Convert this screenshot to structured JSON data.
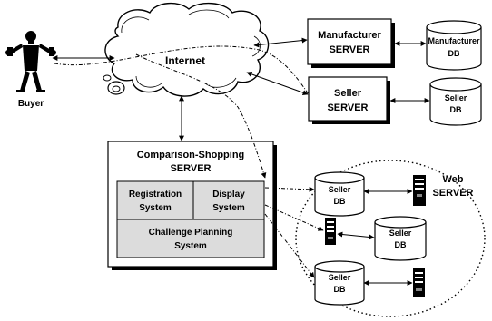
{
  "buyer": {
    "label": "Buyer"
  },
  "internet": {
    "label": "Internet"
  },
  "manufacturer_server": {
    "line1": "Manufacturer",
    "line2": "SERVER"
  },
  "manufacturer_db": {
    "line1": "Manufacturer",
    "line2": "DB"
  },
  "seller_server": {
    "line1": "Seller",
    "line2": "SERVER"
  },
  "seller_db_top": {
    "line1": "Seller",
    "line2": "DB"
  },
  "comparison_server": {
    "line1": "Comparison-Shopping",
    "line2": "SERVER",
    "registration": {
      "line1": "Registration",
      "line2": "System"
    },
    "display": {
      "line1": "Display",
      "line2": "System"
    },
    "challenge": {
      "line1": "Challenge Planning",
      "line2": "System"
    }
  },
  "web_server": {
    "line1": "Web",
    "line2": "SERVER"
  },
  "web_seller_dbs": [
    {
      "line1": "Seller",
      "line2": "DB"
    },
    {
      "line1": "Seller",
      "line2": "DB"
    },
    {
      "line1": "Seller",
      "line2": "DB"
    }
  ]
}
